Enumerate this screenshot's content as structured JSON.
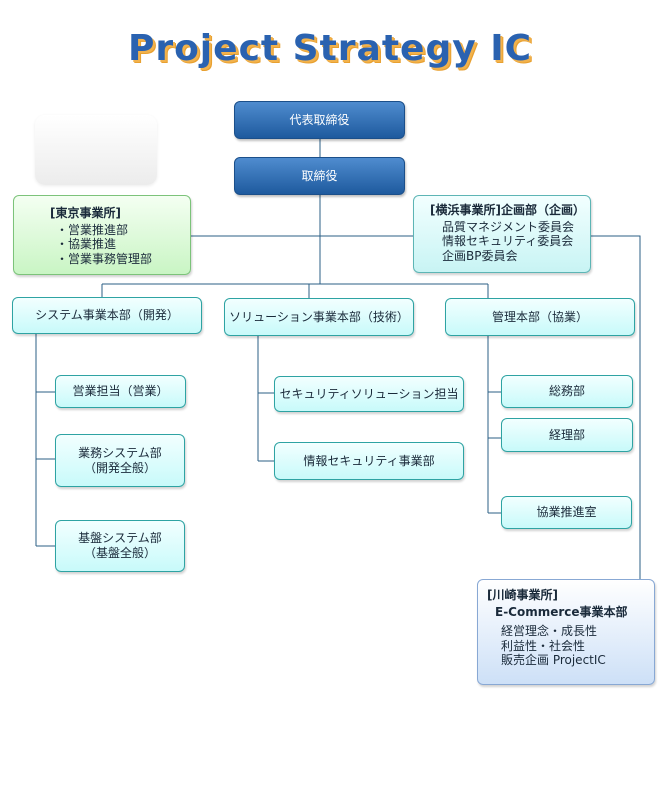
{
  "title": "Project Strategy IC",
  "executives": {
    "representative": "代表取締役",
    "director": "取締役"
  },
  "tokyo_office": {
    "heading": "[東京事業所]",
    "items": [
      "・営業推進部",
      "・協業推進",
      "・営業事務管理部"
    ]
  },
  "yokohama_office": {
    "heading": "[横浜事業所]企画部（企画）",
    "items": [
      "品質マネジメント委員会",
      "情報セキュリティ委員会",
      "企画BP委員会"
    ]
  },
  "kawasaki_office": {
    "heading": "[川崎事業所]",
    "division": "E-Commerce事業本部",
    "items": [
      "経営理念・成長性",
      "利益性・社会性",
      "販売企画 ProjectIC"
    ]
  },
  "divisions": {
    "system": {
      "label": "システム事業本部（開発）",
      "children": [
        {
          "line1": "営業担当（営業）",
          "line2": ""
        },
        {
          "line1": "業務システム部",
          "line2": "（開発全般）"
        },
        {
          "line1": "基盤システム部",
          "line2": "（基盤全般）"
        }
      ]
    },
    "solution": {
      "label": "ソリューション事業本部（技術）",
      "children": [
        {
          "line1": "セキュリティソリューション担当"
        },
        {
          "line1": "情報セキュリティ事業部"
        }
      ]
    },
    "management": {
      "label": "管理本部（協業）",
      "children": [
        {
          "line1": "総務部"
        },
        {
          "line1": "経理部"
        },
        {
          "line1": "協業推進室"
        }
      ]
    }
  },
  "colors": {
    "exec_box": "#2a68ad",
    "dept_box": "#d6fbfb",
    "connector": "#2b5f86",
    "title": "#2a62b0",
    "title_shadow": "#f2b24c"
  }
}
